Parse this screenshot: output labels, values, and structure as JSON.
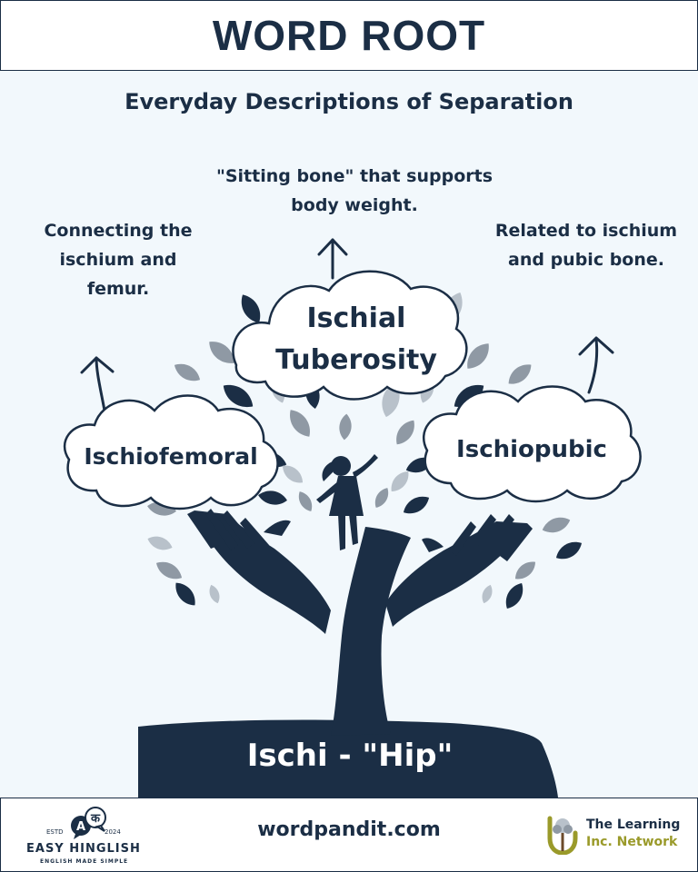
{
  "header": {
    "title": "WORD ROOT"
  },
  "subtitle": "Everyday Descriptions of Separation",
  "descriptions": {
    "center": [
      "\"Sitting bone\" that supports",
      "body weight."
    ],
    "left": [
      "Connecting the",
      "ischium and",
      "femur."
    ],
    "right": [
      "Related to ischium",
      "and pubic bone."
    ]
  },
  "clouds": {
    "center": [
      "Ischial",
      "Tuberosity"
    ],
    "left": "Ischiofemoral",
    "right": "Ischiopubic"
  },
  "root": "Ischi - \"Hip\"",
  "footer": {
    "website": "wordpandit.com",
    "easy_hinglish": {
      "estd": "ESTD",
      "year": "2024",
      "name": "EASY HINGLISH",
      "tagline": "ENGLISH MADE SIMPLE",
      "badge_left": "A",
      "badge_right": "क"
    },
    "learning_network": {
      "line1": "The Learning",
      "line2": "Inc. Network"
    }
  },
  "colors": {
    "navy": "#1b2e45",
    "leaf_gray": "#8f99a4",
    "background": "#f2f8fc",
    "accent_olive": "#9a9a2a"
  }
}
